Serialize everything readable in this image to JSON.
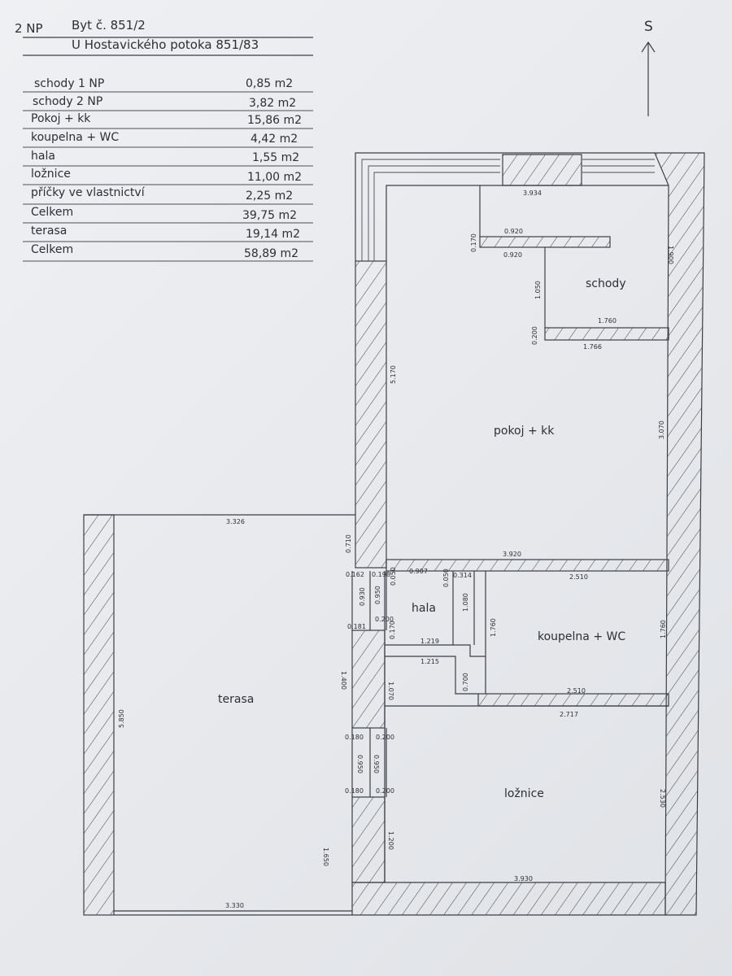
{
  "header": {
    "floor": "2 NP",
    "unit": "Byt č. 851/2",
    "address": "U Hostavického potoka 851/83"
  },
  "areas": [
    {
      "label": "schody 1 NP",
      "value": "0,85 m2"
    },
    {
      "label": "schody 2 NP",
      "value": "3,82 m2"
    },
    {
      "label": "Pokoj + kk",
      "value": "15,86 m2"
    },
    {
      "label": "koupelna + WC",
      "value": "4,42 m2"
    },
    {
      "label": "hala",
      "value": "1,55 m2"
    },
    {
      "label": "ložnice",
      "value": "11,00 m2"
    },
    {
      "label": "příčky ve vlastnictví",
      "value": "2,25 m2"
    },
    {
      "label": "Celkem",
      "value": "39,75 m2"
    },
    {
      "label": "terasa",
      "value": "19,14 m2"
    },
    {
      "label": "Celkem",
      "value": "58,89 m2"
    }
  ],
  "north": {
    "label": "S"
  },
  "rooms": {
    "schody": "schody",
    "pokoj": "pokoj + kk",
    "hala": "hala",
    "koupelna": "koupelna + WC",
    "loznice": "ložnice",
    "terasa": "terasa"
  },
  "dims": {
    "d3934": "3.934",
    "d0920a": "0.920",
    "d0920b": "0.920",
    "d0170a": "0.170",
    "d1900": "1.900",
    "d1050": "1.050",
    "d1760a": "1.760",
    "d1766": "1.766",
    "d0200a": "0.200",
    "d5170": "5.170",
    "d3070": "3.070",
    "d3326": "3.326",
    "d0710": "0.710",
    "d3920": "3.920",
    "d2510a": "2.510",
    "d0162": "0.162",
    "d0198": "0.198",
    "d0050a": "0.050",
    "d0907": "0.907",
    "d0050b": "0.050",
    "d0314": "0.314",
    "d0930": "0.930",
    "d0950a": "0.950",
    "d0200b": "0.200",
    "d0181": "0.181",
    "d0170b": "0.170",
    "d1080": "1.080",
    "d1760b": "1.760",
    "d1219": "1.219",
    "d1215": "1.215",
    "d1760c": "1.760",
    "d1400": "1.400",
    "d1070": "1.070",
    "d0700": "0.700",
    "d2510b": "2.510",
    "d2717": "2.717",
    "d5850": "5.850",
    "d0180a": "0.180",
    "d0200c": "0.200",
    "d0950b": "0.950",
    "d0950c": "0.950",
    "d0180b": "0.180",
    "d0200d": "0.200",
    "d1650": "1.650",
    "d1200": "1.200",
    "d2530": "2.530",
    "d3930": "3.930",
    "d3330": "3.330"
  }
}
